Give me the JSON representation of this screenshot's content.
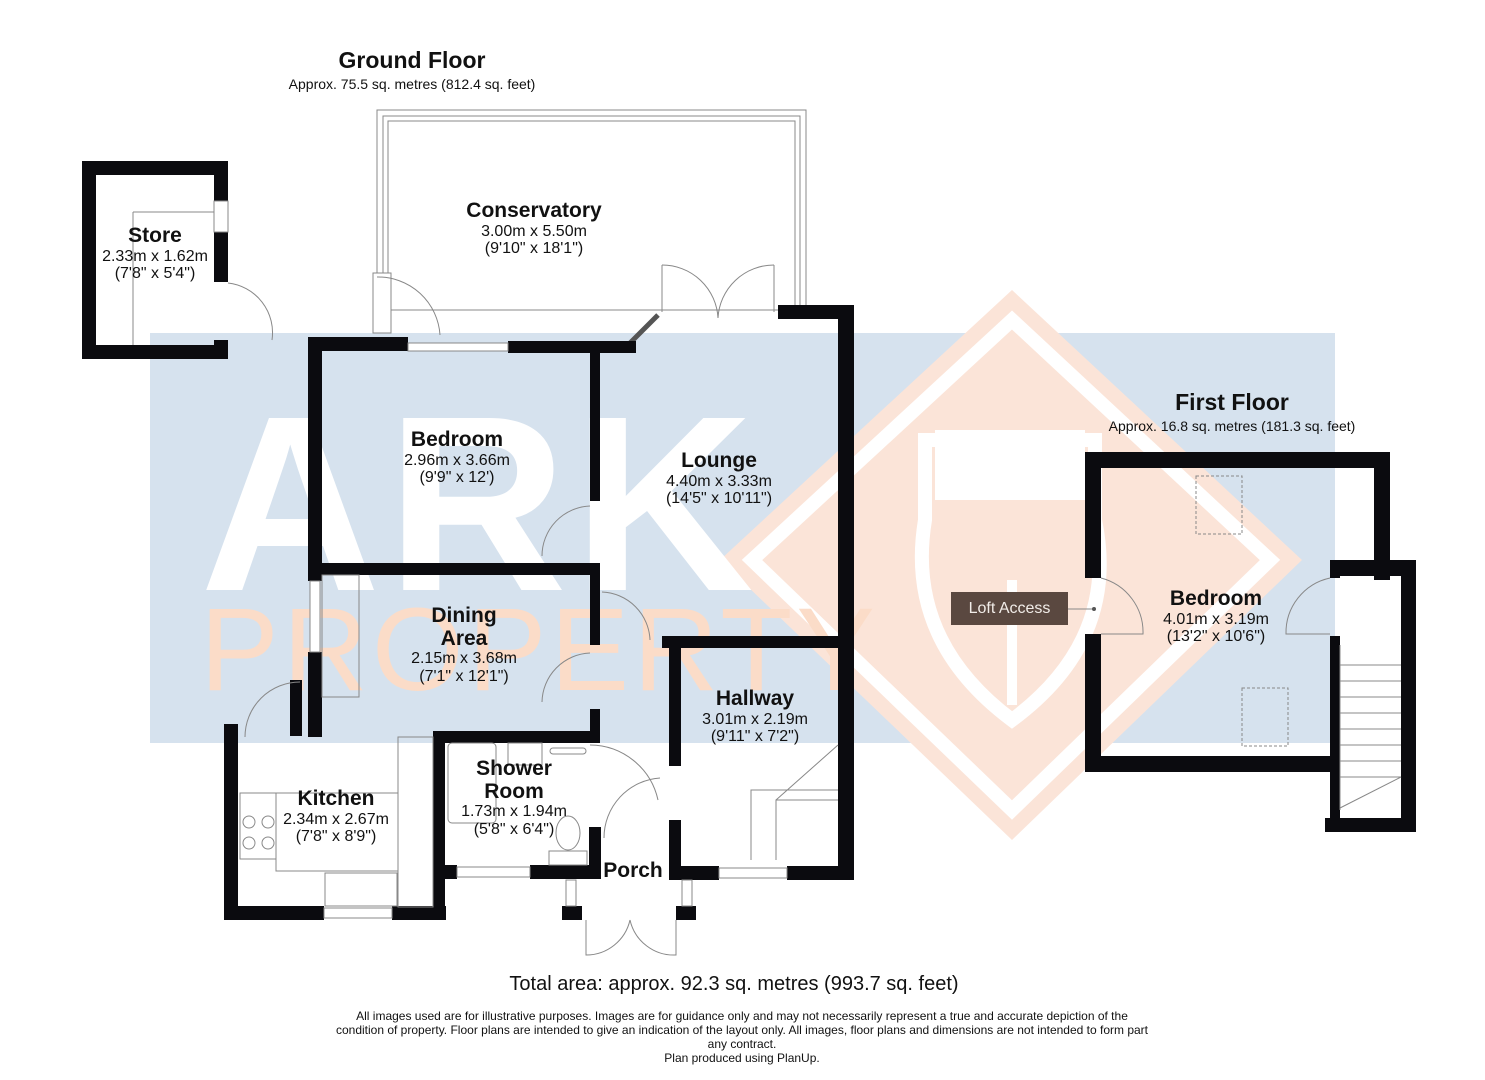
{
  "ground_floor": {
    "title": "Ground Floor",
    "area": "Approx. 75.5 sq. metres (812.4 sq. feet)",
    "rooms": [
      {
        "name": "Store",
        "metric": "2.33m x 1.62m",
        "imperial": "(7'8\" x 5'4\")"
      },
      {
        "name": "Conservatory",
        "metric": "3.00m x 5.50m",
        "imperial": "(9'10\" x 18'1\")"
      },
      {
        "name": "Bedroom",
        "metric": "2.96m x 3.66m",
        "imperial": "(9'9\" x 12')"
      },
      {
        "name": "Lounge",
        "metric": "4.40m x 3.33m",
        "imperial": "(14'5\" x 10'11\")"
      },
      {
        "name": "Dining",
        "name2": "Area",
        "metric": "2.15m x 3.68m",
        "imperial": "(7'1\" x 12'1\")"
      },
      {
        "name": "Hallway",
        "metric": "3.01m x 2.19m",
        "imperial": "(9'11\" x 7'2\")"
      },
      {
        "name": "Kitchen",
        "metric": "2.34m x 2.67m",
        "imperial": "(7'8\" x 8'9\")"
      },
      {
        "name": "Shower",
        "name2": "Room",
        "metric": "1.73m x 1.94m",
        "imperial": "(5'8\" x 6'4\")"
      },
      {
        "name": "Porch"
      }
    ]
  },
  "first_floor": {
    "title": "First Floor",
    "area": "Approx. 16.8 sq. metres (181.3 sq. feet)",
    "rooms": [
      {
        "name": "Bedroom",
        "metric": "4.01m x 3.19m",
        "imperial": "(13'2\" x 10'6\")"
      }
    ],
    "annotation": "Loft Access"
  },
  "watermark": {
    "line1": "ARK",
    "line2": "PROPERTY",
    "colors": {
      "blue": "#d6e2ee",
      "peach": "#fbe4d8"
    }
  },
  "footer": {
    "total_area": "Total area: approx. 92.3 sq. metres (993.7 sq. feet)",
    "disclaimer_lines": [
      "All images used are for illustrative purposes. Images are for guidance only and may not necessarily represent a true and accurate depiction of the",
      "condition of property. Floor plans are intended to give an indication of the layout only. All images, floor plans and dimensions are not intended to form part",
      "any contract.",
      "Plan produced using PlanUp."
    ]
  },
  "colors": {
    "wall": "#0b0b0f",
    "line": "#888888",
    "tag_bg": "#5a4840"
  }
}
